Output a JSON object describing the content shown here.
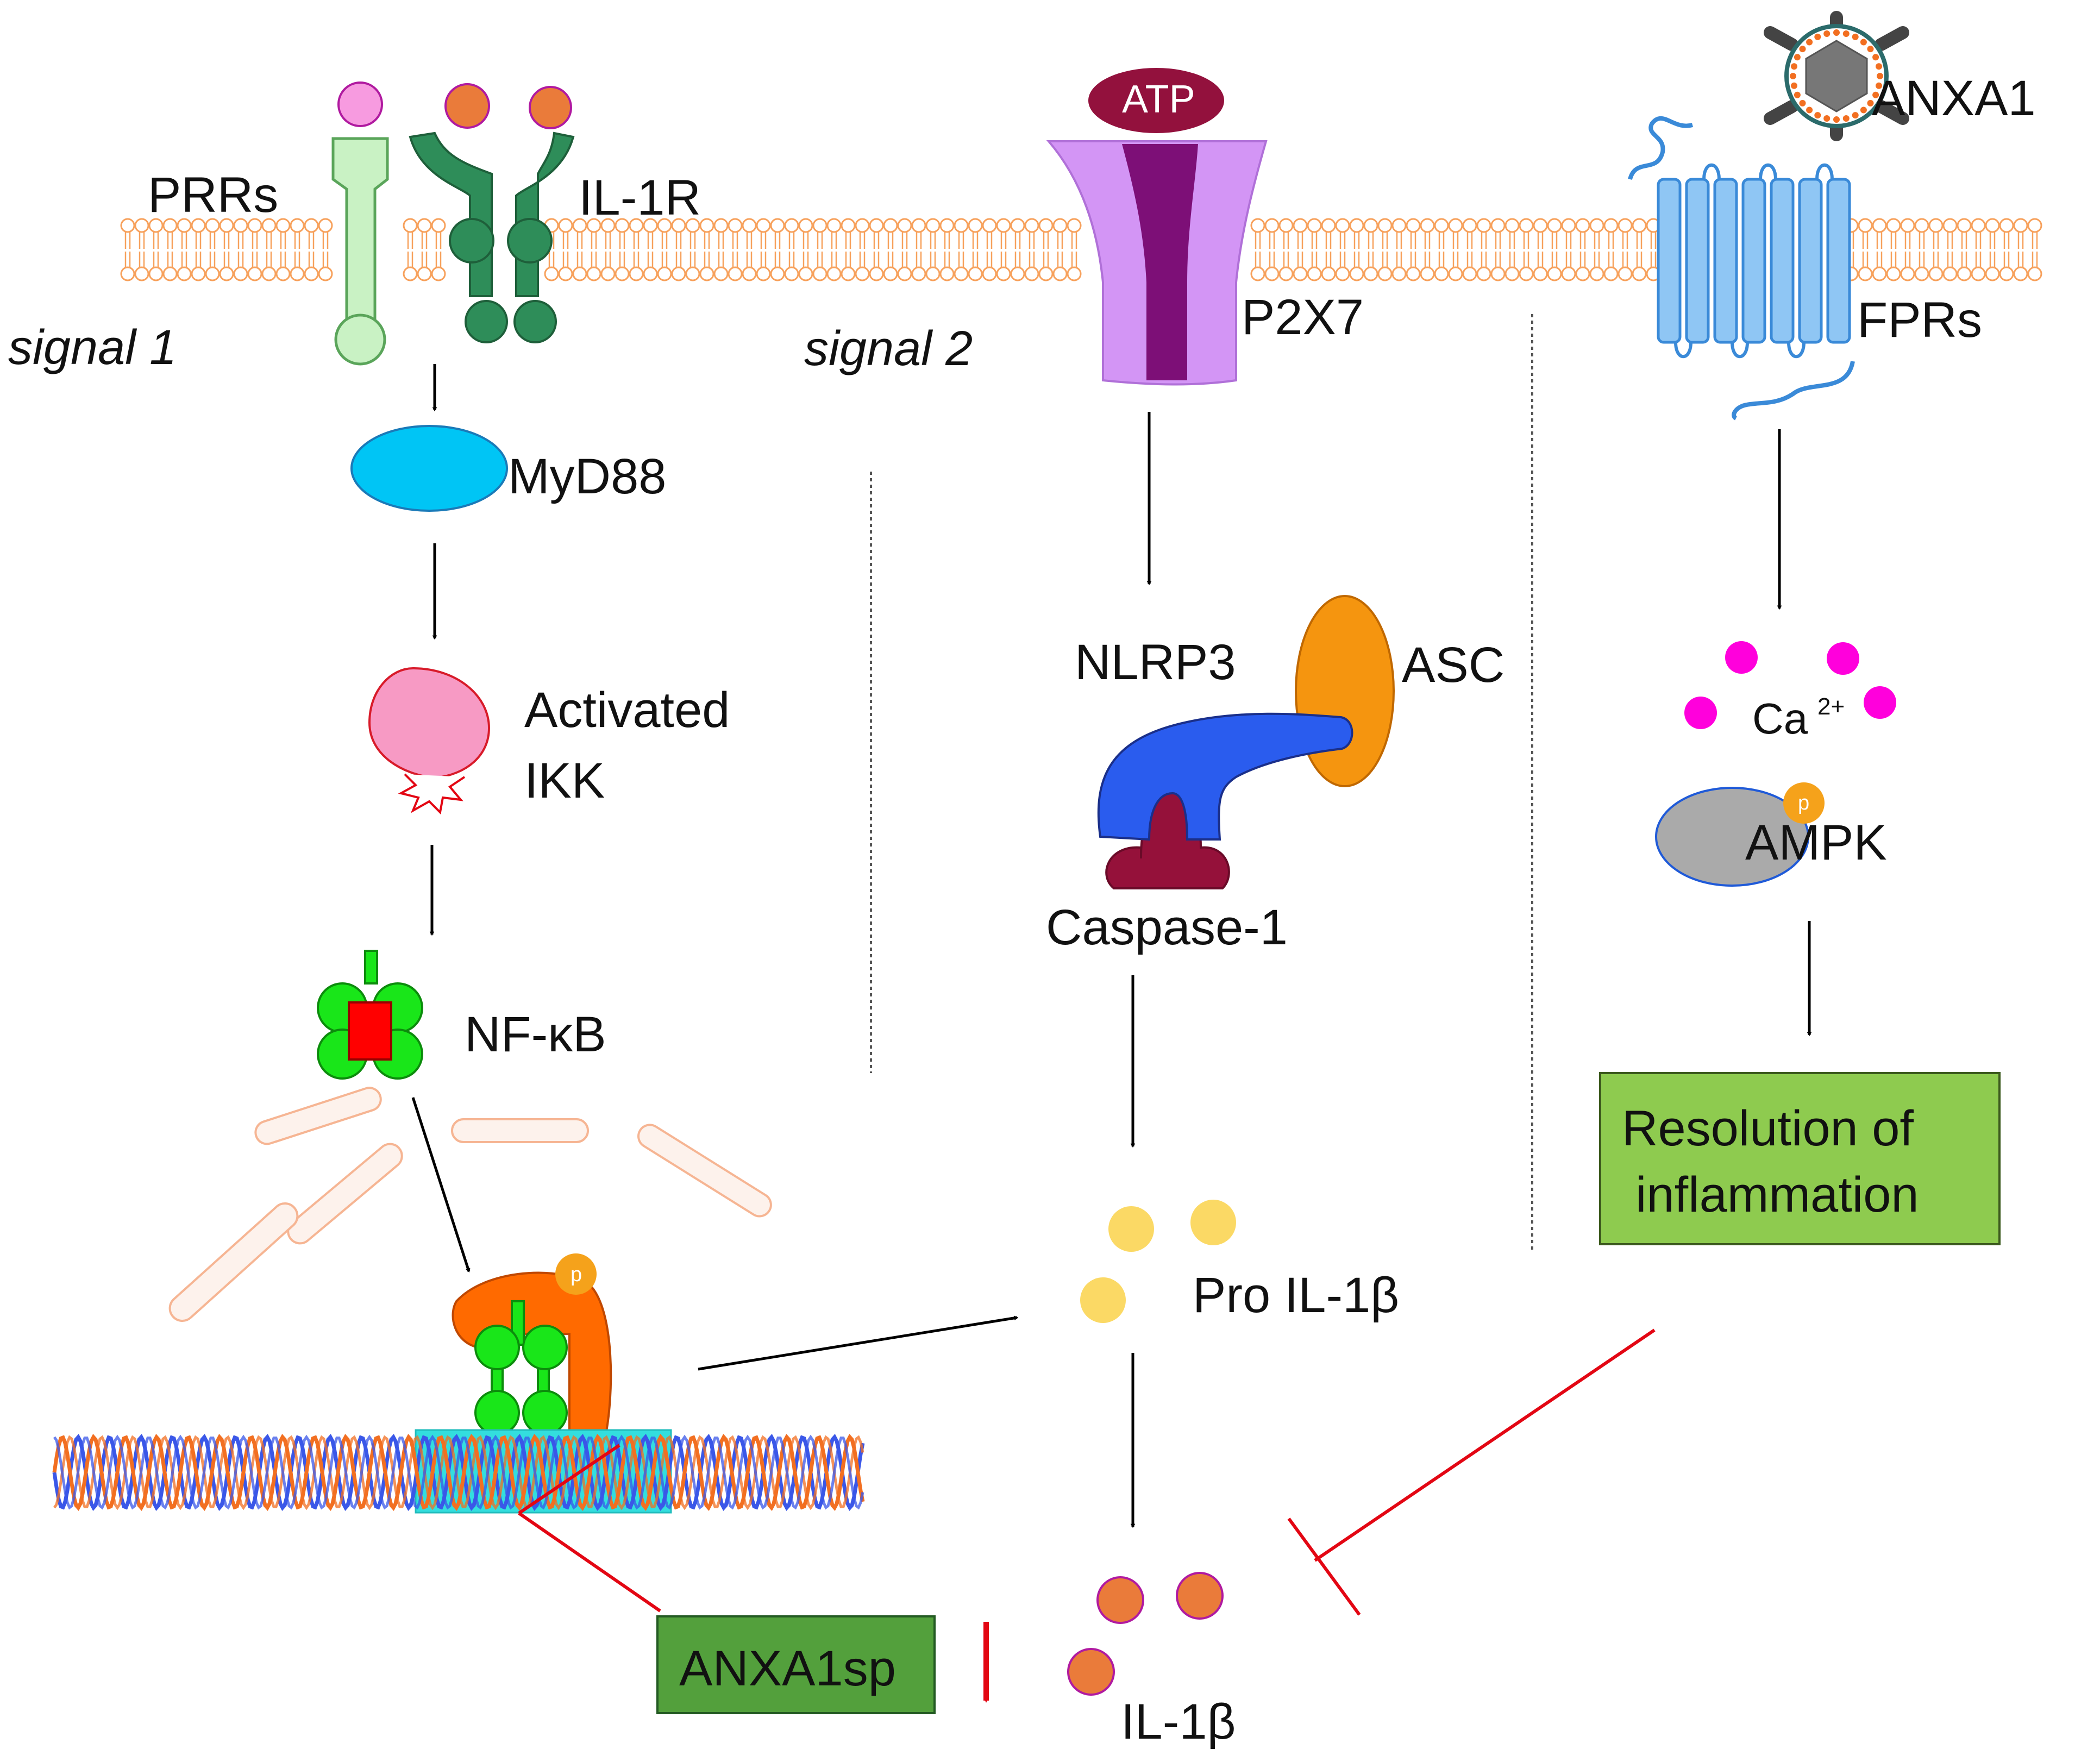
{
  "labels": {
    "prrs": "PRRs",
    "il1r": "IL-1R",
    "signal1": "signal 1",
    "signal2": "signal 2",
    "atp": "ATP",
    "p2x7": "P2X7",
    "anxa1": "ANXA1",
    "fprs": "FPRs",
    "myd88": "MyD88",
    "activated": "Activated",
    "ikk": "IKK",
    "nfkb": "NF-κB",
    "nlrp3": "NLRP3",
    "asc": "ASC",
    "caspase1": "Caspase-1",
    "ca": "Ca",
    "ca_sup": "2+",
    "ampk": "AMPK",
    "p": "p",
    "resolution_line1": "Resolution of",
    "resolution_line2": "inflammation",
    "pro_il1b": "Pro IL-1β",
    "il1b": "IL-1β",
    "anxa1sp": "ANXA1sp"
  },
  "colors": {
    "membrane": "#f7a15c",
    "myd88": "#00c5f5",
    "ikk": "#f79ac4",
    "nfkb": "#19e619",
    "nfkb_core": "#ff0000",
    "p2x7_outer": "#d395f5",
    "p2x7_inner": "#7d0f77",
    "atp": "#93113d",
    "nlrp3": "#2a5cee",
    "asc": "#f5950f",
    "caspase": "#95113a",
    "calcium": "#ff00dc",
    "ampk": "#aaaaaa",
    "phospho": "#f5a21b",
    "resolution_box": "#8ecb4f",
    "anxa1sp_box": "#53a03c",
    "pro_il1b": "#fbd965",
    "il1b": "#ea7b3a",
    "inhibit": "#e30613",
    "fpr": "#8fc6f4",
    "il1r": "#2e8d59",
    "prr": "#c9f2c4",
    "dna_a": "#f26f21",
    "dna_b": "#3a57e8",
    "dna_highlight": "#33dede"
  }
}
